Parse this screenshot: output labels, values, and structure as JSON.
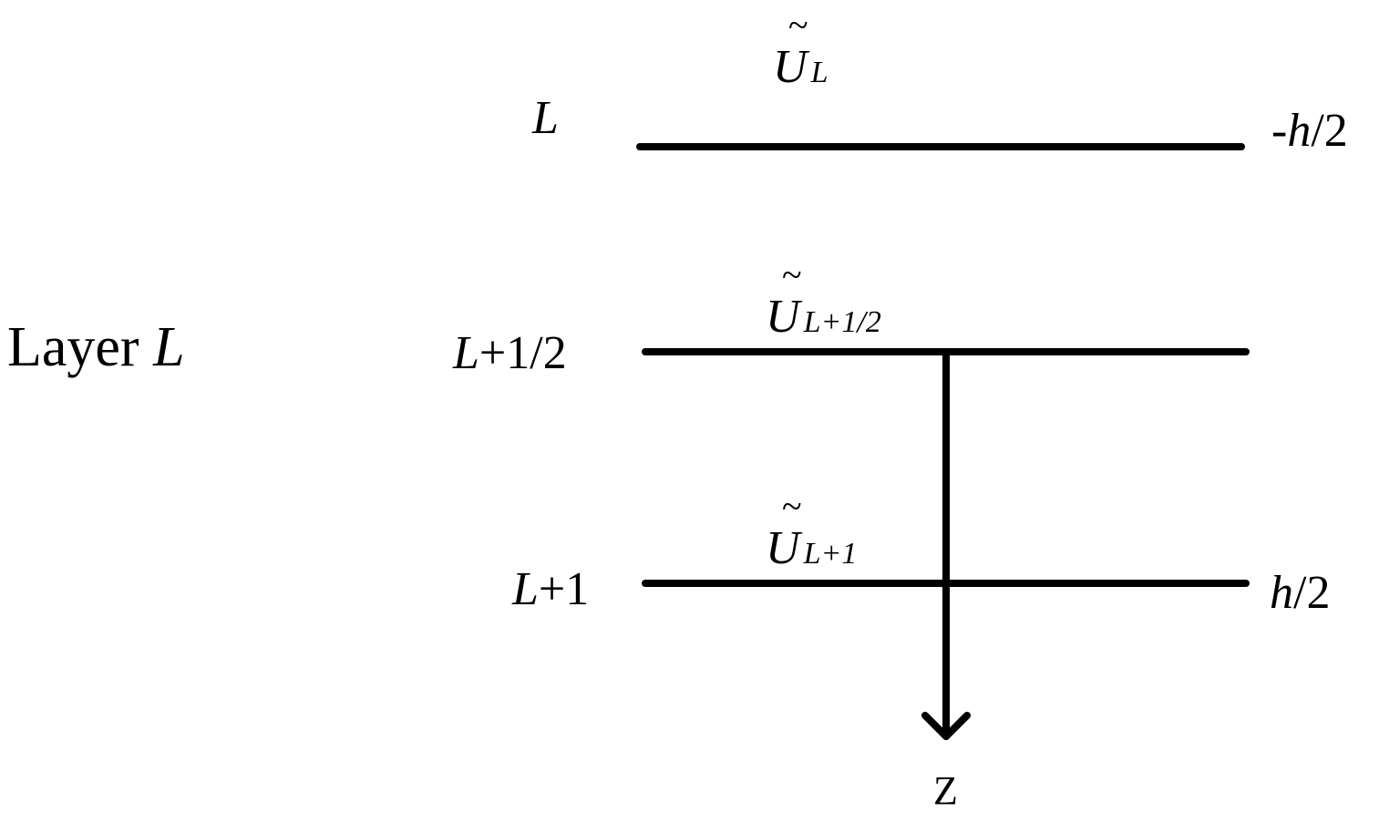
{
  "layer_title": {
    "word": "Layer",
    "var": "L"
  },
  "levels": [
    {
      "id": "top",
      "label_var": "L",
      "label_rest": "",
      "symbol": "U",
      "tilde": "~",
      "subscript": "L",
      "right_var": "h",
      "right_prefix": "-",
      "right_suffix": "/2"
    },
    {
      "id": "mid",
      "label_var": "L",
      "label_rest": "+1/2",
      "symbol": "U",
      "tilde": "~",
      "subscript": "L+1/2",
      "right_var": "",
      "right_prefix": "",
      "right_suffix": ""
    },
    {
      "id": "bottom",
      "label_var": "L",
      "label_rest": "+1",
      "symbol": "U",
      "tilde": "~",
      "subscript": "L+1",
      "right_var": "h",
      "right_prefix": "",
      "right_suffix": "/2"
    }
  ],
  "axis": {
    "label": "Z"
  },
  "colors": {
    "ink": "#000000",
    "background": "#ffffff"
  }
}
